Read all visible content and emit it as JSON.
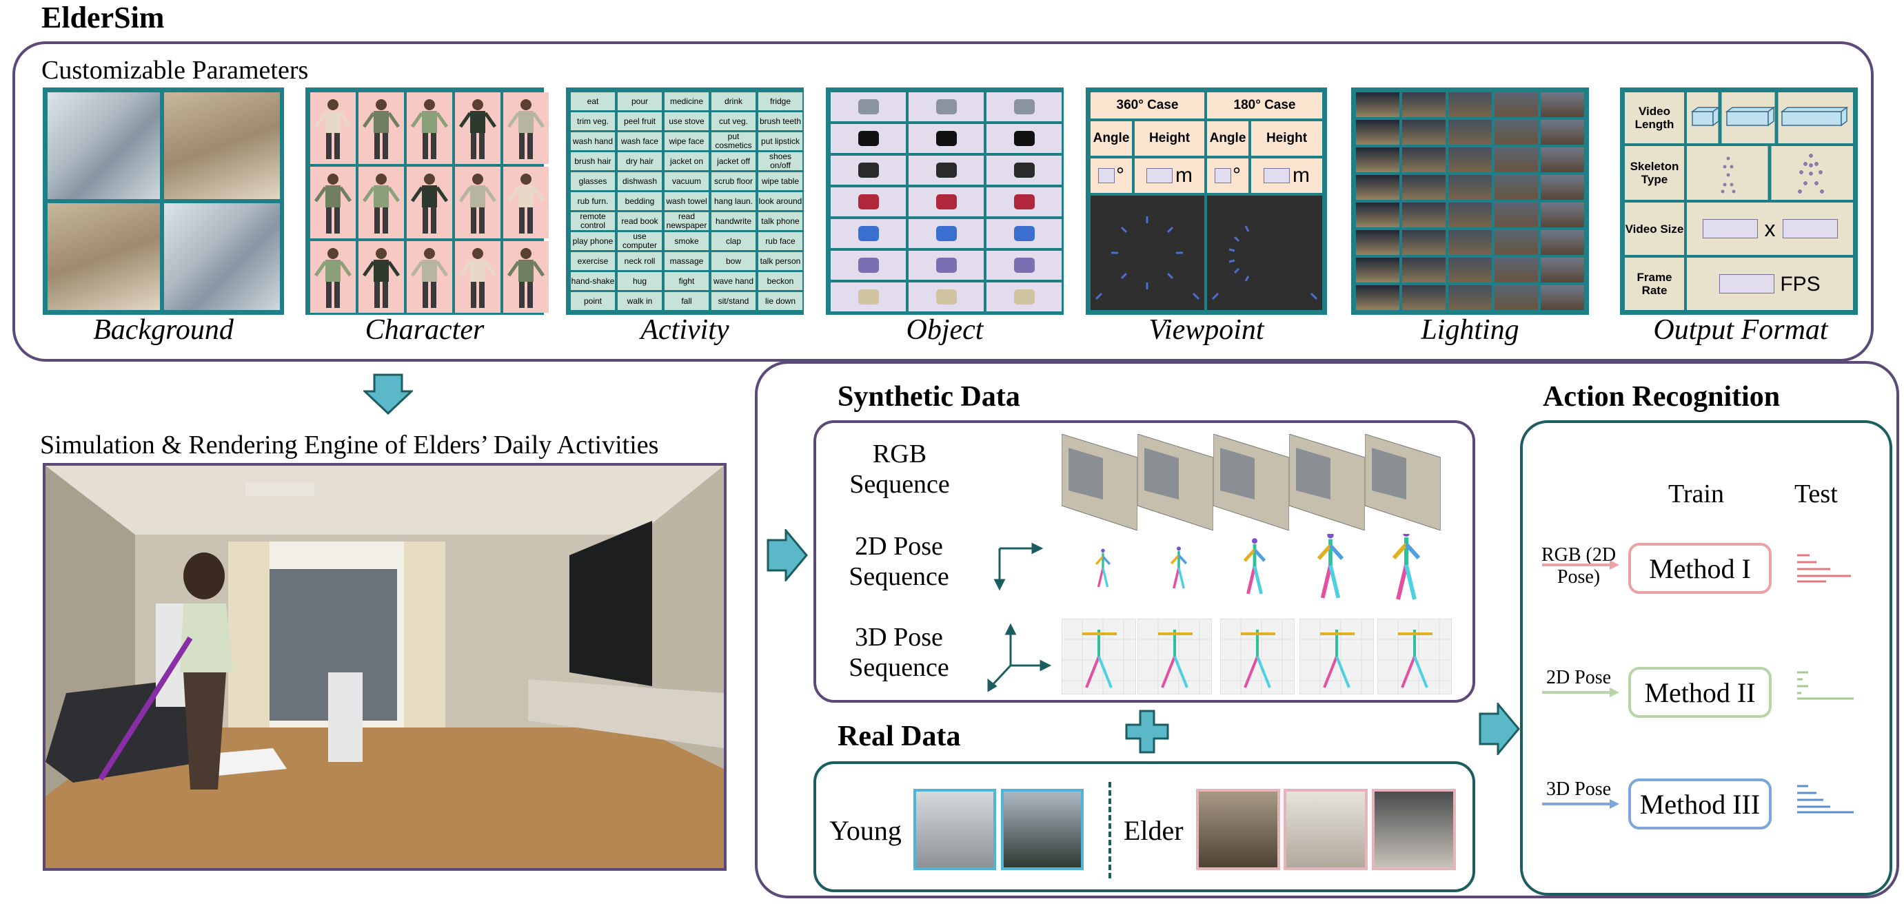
{
  "title": "ElderSim",
  "customizable": {
    "label": "Customizable Parameters",
    "captions": [
      "Background",
      "Character",
      "Activity",
      "Object",
      "Viewpoint",
      "Lighting",
      "Output Format"
    ]
  },
  "activity": {
    "rows": [
      [
        "eat",
        "pour",
        "medicine",
        "drink",
        "fridge"
      ],
      [
        "trim veg.",
        "peel fruit",
        "use stove",
        "cut veg.",
        "brush teeth"
      ],
      [
        "wash hand",
        "wash face",
        "wipe face",
        "put cosmetics",
        "put lipstick"
      ],
      [
        "brush hair",
        "dry hair",
        "jacket on",
        "jacket off",
        "shoes on/off"
      ],
      [
        "glasses",
        "dishwash",
        "vacuum",
        "scrub floor",
        "wipe table"
      ],
      [
        "rub furn.",
        "bedding",
        "wash towel",
        "hang laun.",
        "look around"
      ],
      [
        "remote control",
        "read book",
        "read newspaper",
        "handwrite",
        "talk phone"
      ],
      [
        "play phone",
        "use computer",
        "smoke",
        "clap",
        "rub face"
      ],
      [
        "exercise",
        "neck roll",
        "massage",
        "bow",
        "talk person"
      ],
      [
        "hand-shake",
        "hug",
        "fight",
        "wave hand",
        "beckon"
      ],
      [
        "point",
        "walk in",
        "fall",
        "sit/stand",
        "lie down"
      ]
    ]
  },
  "viewpoint": {
    "case1": "360° Case",
    "case2": "180° Case",
    "angle": "Angle",
    "height": "Height",
    "deg": "°",
    "unit": "m"
  },
  "output": {
    "video_length": "Video Length",
    "skeleton_type": "Skeleton Type",
    "video_size": "Video Size",
    "frame_rate": "Frame Rate",
    "x": "x",
    "fps": "FPS"
  },
  "simulation_label": "Simulation & Rendering Engine of Elders’ Daily Activities",
  "synthetic": {
    "title": "Synthetic Data",
    "rgb": "RGB Sequence",
    "pose2d": "2D Pose Sequence",
    "pose3d": "3D Pose Sequence"
  },
  "real": {
    "title": "Real Data",
    "young": "Young",
    "elder": "Elder"
  },
  "action": {
    "title": "Action Recognition",
    "train": "Train",
    "test": "Test",
    "in1": "RGB (2D Pose)",
    "in2": "2D Pose",
    "in3": "3D Pose",
    "m1": "Method I",
    "m2": "Method II",
    "m3": "Method III"
  },
  "colors": {
    "purple": "#5b4a78",
    "teal": "#1f7f87",
    "arrow": "#5bb8c9",
    "m1": "#e9a3a4",
    "m2": "#b7d5a6",
    "m3": "#7ea6d9"
  }
}
